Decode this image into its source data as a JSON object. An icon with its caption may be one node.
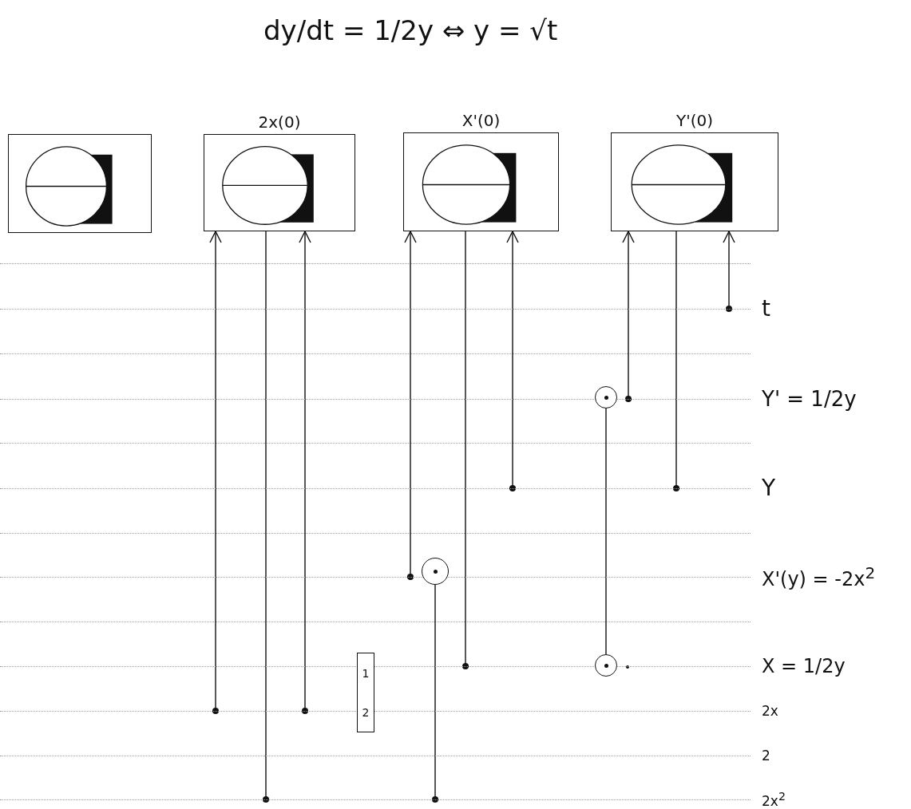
{
  "diagram": {
    "title": "dy/dt = 1/2y ⇔ y = √t",
    "nodes": [
      {
        "text": [],
        "shape": "box"
      },
      {
        "text": [
          "2x(0)"
        ]
      },
      {
        "text": [
          "X'(0)"
        ]
      },
      {
        "text": [
          "Y'(0)"
        ]
      },
      {
        "text": [
          "t"
        ]
      },
      {
        "text": [
          "Y' = 1/2y"
        ]
      },
      {
        "text": [
          "Y"
        ]
      },
      {
        "text": [
          "X'(y) = -2x$^{2}$"
        ]
      },
      {
        "text": [
          "X = 1/2y"
        ]
      },
      {
        "text": [
          "2x"
        ]
      },
      {
        "text": [
          "2"
        ]
      },
      {
        "text": [
          "2x$^{2}$"
        ]
      },
      {
        "text": [
          "1",
          "2"
        ]
      },
      {
        "text": [],
        "shape": "circle"
      },
      {
        "text": [],
        "shape": "circle"
      },
      {
        "text": [],
        "shape": "circle"
      }
    ],
    "edges": [
      {
        "from": 9,
        "to": 1,
        "arrow": "to"
      },
      {
        "from": 1,
        "to": 11,
        "arrow": "other"
      },
      {
        "from": 9,
        "to": 1,
        "arrow": "to"
      },
      {
        "from": 7,
        "to": 2,
        "arrow": "to"
      },
      {
        "from": 2,
        "to": 8,
        "arrow": "other"
      },
      {
        "from": 6,
        "to": 2,
        "arrow": "to"
      },
      {
        "from": 5,
        "to": 3,
        "arrow": "to"
      },
      {
        "from": 3,
        "to": 6,
        "arrow": "other"
      },
      {
        "from": 4,
        "to": 3,
        "arrow": "to"
      },
      {
        "from": 15,
        "to": 11,
        "arrow": "other"
      },
      {
        "from": 13,
        "to": 14,
        "arrow": "none"
      }
    ]
  }
}
